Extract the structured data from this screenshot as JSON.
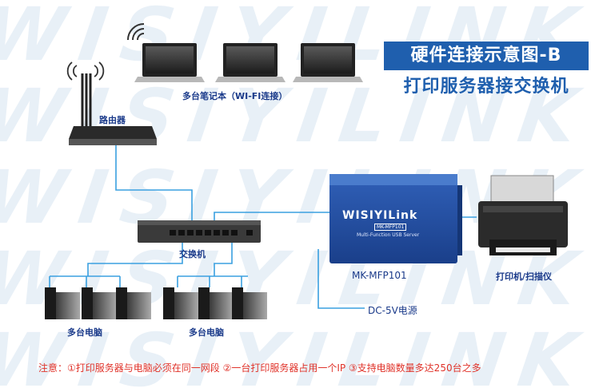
{
  "watermark": {
    "text": "WISIYILINK"
  },
  "title": {
    "main": "硬件连接示意图-B",
    "sub": "打印服务器接交换机"
  },
  "labels": {
    "laptops": "多台笔记本（WI-FI连接）",
    "router": "路由器",
    "switch": "交换机",
    "pcs_left": "多台电脑",
    "pcs_right": "多台电脑",
    "print_server": "MK-MFP101",
    "power": "DC-5V电源",
    "printer": "打印机/扫描仪"
  },
  "device": {
    "brand": "WISIYILink",
    "model": "MK-MFP101",
    "desc": "Multi-Function USB Server"
  },
  "footer": {
    "note": "注意：①打印服务器与电脑必须在同一网段  ②一台打印服务器占用一个IP  ③支持电脑数量多达250台之多"
  },
  "colors": {
    "accent": "#1f5fae",
    "line": "#3aa0e0",
    "note": "#e0332a",
    "label": "#1a3a8a"
  }
}
